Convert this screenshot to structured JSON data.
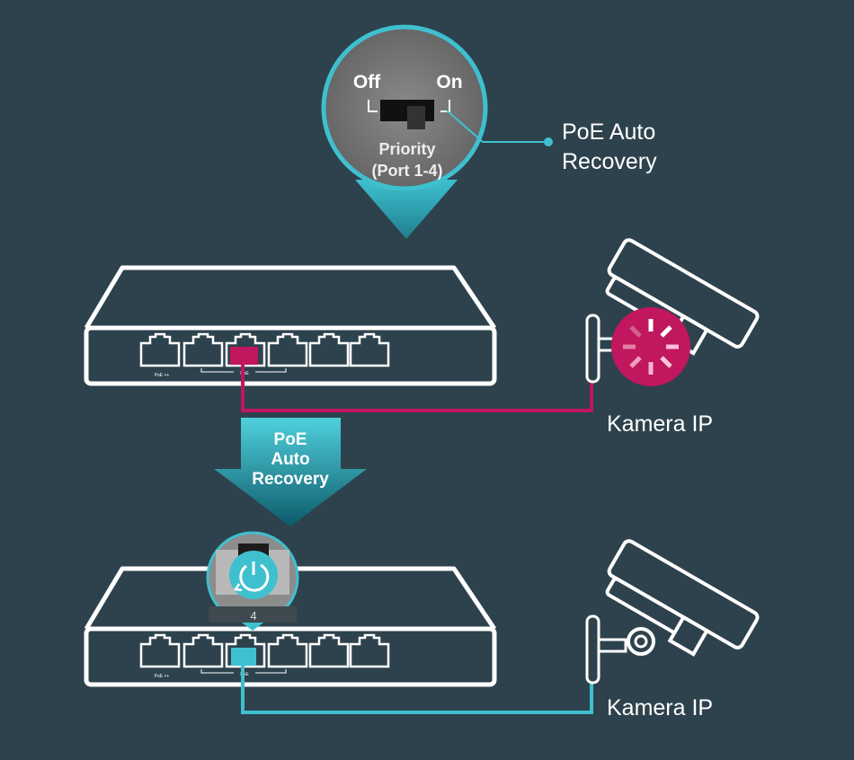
{
  "colors": {
    "background": "#2d424c",
    "accent_teal": "#3fc0cf",
    "alert_magenta": "#c0175f",
    "outline": "#ffffff"
  },
  "zoom_callout": {
    "off_label": "Off",
    "on_label": "On",
    "switch_label_line1": "Priority",
    "switch_label_line2": "(Port 1-4)",
    "switch_state": "On"
  },
  "feature_label": {
    "line1": "PoE Auto",
    "line2": "Recovery"
  },
  "switch_top": {
    "label_poe_plus": "PoE ++",
    "label_poe": "PoE",
    "active_port_status": "failing"
  },
  "switch_bottom": {
    "label_poe_plus": "PoE ++",
    "label_poe": "PoE",
    "port_number": "4",
    "icon": "power-restart-icon",
    "active_port_status": "recovered"
  },
  "arrow": {
    "line1": "PoE",
    "line2": "Auto",
    "line3": "Recovery"
  },
  "camera_top": {
    "label": "Kamera IP",
    "icon": "loading-spinner-icon"
  },
  "camera_bottom": {
    "label": "Kamera IP"
  }
}
